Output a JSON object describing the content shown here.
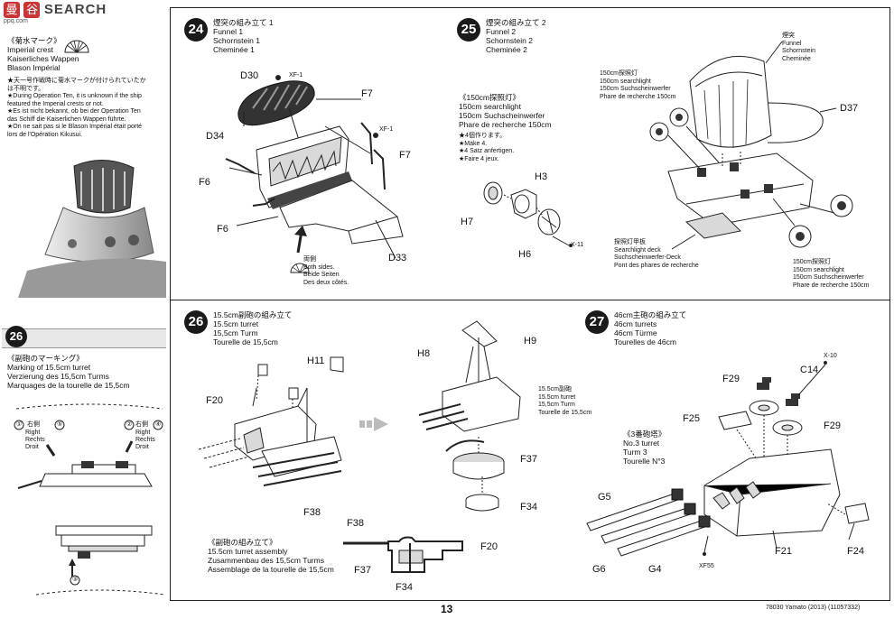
{
  "watermark": {
    "brand_a": "曼",
    "brand_b": "谷",
    "brand_text": "SEARCH",
    "sub": "ppq.com"
  },
  "sidebar": {
    "crest": {
      "jp": "《菊水マーク》",
      "lines": [
        "Imperial crest",
        "Kaiserliches Wappen",
        "Blason Impérial"
      ],
      "notes": [
        "★天一号作戦時に菊水マークが付けられていたか",
        "は不明です。",
        "★During Operation Ten, it is unknown if the ship",
        "featured the Imperial crests or not.",
        "★Es ist nicht bekannt, ob bei der Operation Ten",
        "das Schiff die Kaiserlichen Wappen führte.",
        "★On ne sait pas si le Blason Impérial était porté",
        "lors de l'Opération Kikusui."
      ]
    },
    "step26": {
      "num": "26",
      "jp": "《副砲のマーキング》",
      "lines": [
        "Marking of 15.5cm turret",
        "Verzierung des 15,5cm Turms",
        "Marquages de la tourelle de 15,5cm"
      ],
      "right_labels": [
        "①",
        "右側",
        "⑤",
        "Right",
        "Rechts",
        "Droit"
      ],
      "left_labels": [
        "②",
        "右側",
        "④",
        "Right",
        "Rechts",
        "Droit"
      ],
      "bottom_num": "③"
    }
  },
  "step24": {
    "num": "24",
    "title_jp": "煙突の組み立て 1",
    "lines": [
      "Funnel 1",
      "Schornstein 1",
      "Cheminée 1"
    ],
    "parts": {
      "d30": "D30",
      "xf1a": "XF-1",
      "xf1b": "XF-1",
      "f7a": "F7",
      "f7b": "F7",
      "d34": "D34",
      "f6a": "F6",
      "f6b": "F6",
      "d33": "D33"
    },
    "both_sides": [
      "両側",
      "Both sides.",
      "Beide Seiten",
      "Des deux côtés."
    ]
  },
  "step25": {
    "num": "25",
    "title_jp": "煙突の組み立て 2",
    "lines": [
      "Funnel 2",
      "Schornstein 2",
      "Cheminée 2"
    ],
    "searchlight": {
      "jp": "《150cm探照灯》",
      "lines": [
        "150cm searchlight",
        "150cm Suchscheinwerfer",
        "Phare de recherche 150cm"
      ]
    },
    "make4": [
      "★4個作ります。",
      "★Make 4.",
      "★4 Satz anfertigen.",
      "★Faire 4 jeux."
    ],
    "parts": {
      "h3": "H3",
      "h7": "H7",
      "h6": "H6",
      "x11": "X-11",
      "d37": "D37"
    },
    "funnel_label": [
      "煙突",
      "Funnel",
      "Schornstein",
      "Cheminée"
    ],
    "sl_label_top": [
      "150cm探照灯",
      "150cm searchlight",
      "150cm Suchscheinwerfer",
      "Phare de recherche 150cm"
    ],
    "deck_label": [
      "探照灯甲板",
      "Searchlight deck",
      "Suchscheinwerfer-Deck",
      "Pont des phares de recherche"
    ],
    "sl_label_bottom": [
      "150cm探照灯",
      "150cm searchlight",
      "150cm Suchscheinwerfer",
      "Phare de recherche 150cm"
    ]
  },
  "step26": {
    "num": "26",
    "title_jp": "15.5cm副砲の組み立て",
    "lines": [
      "15.5cm turret",
      "15,5cm Turm",
      "Tourelle de 15,5cm"
    ],
    "parts": {
      "h11": "H11",
      "f20": "F20",
      "f38": "F38",
      "h8": "H8",
      "h9": "H9",
      "f37": "F37",
      "f34": "F34"
    },
    "turret_label": [
      "15.5cm副砲",
      "15.5cm turret",
      "15,5cm Turm",
      "Tourelle de 15,5cm"
    ],
    "assembly": {
      "jp": "《副砲の組み立て》",
      "lines": [
        "15.5cm turret assembly",
        "Zusammenbau des 15,5cm Turms",
        "Assemblage de la tourelle de 15,5cm"
      ]
    },
    "section_parts": {
      "f38": "F38",
      "f20": "F20",
      "f37": "F37",
      "f34": "F34"
    }
  },
  "step27": {
    "num": "27",
    "title_jp": "46cm主砲の組み立て",
    "lines": [
      "46cm turrets",
      "46cm Türme",
      "Tourelles de 46cm"
    ],
    "turret3": {
      "jp": "《3番砲塔》",
      "lines": [
        "No.3 turret",
        "Turm 3",
        "Tourelle N°3"
      ]
    },
    "parts": {
      "x10": "X-10",
      "c14": "C14",
      "f29a": "F29",
      "f29b": "F29",
      "f25": "F25",
      "g5": "G5",
      "g6": "G6",
      "g4": "G4",
      "xf55": "XF55",
      "f21": "F21",
      "f24": "F24"
    }
  },
  "footer": {
    "page": "13",
    "code": "78030 Yamato (2013) (11057332)"
  }
}
